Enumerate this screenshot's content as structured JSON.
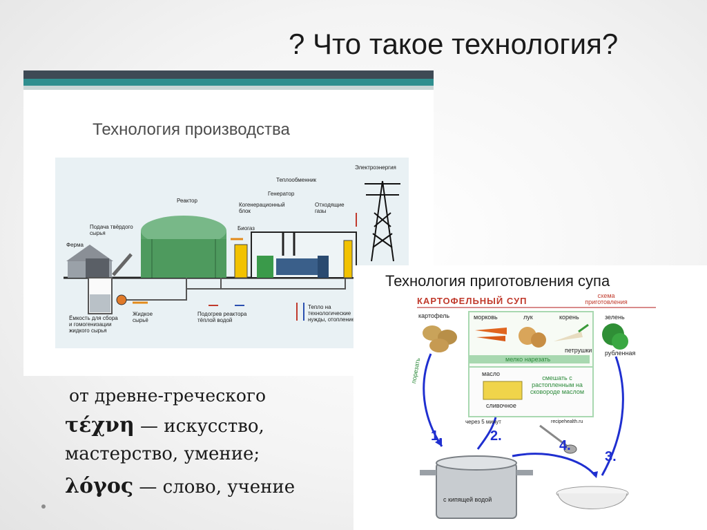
{
  "slide": {
    "title": "? Что такое технология?",
    "text_line1": "от древне-греческого",
    "greek_word1": "τέχνη",
    "text_line2_rest": " — искусство,",
    "text_line3": "мастерство, умение;",
    "greek_word2": "λόγος",
    "text_line4_rest": " — слово, учение"
  },
  "production": {
    "title": "Технология производства",
    "labels": {
      "electricity": "Электроэнергия",
      "heat_exchanger": "Теплообменник",
      "generator": "Генератор",
      "reactor": "Реактор",
      "cogeneration": "Когенерационный блок",
      "exhaust": "Отходящие газы",
      "solid_feed": "Подача твёрдого сырья",
      "farm": "Ферма",
      "biogas": "Биогаз",
      "tank": "Ёмкость для сбора и гомогенизации жидкого сырья",
      "liquid": "Жидкое сырьё",
      "heating": "Подогрев реактора тёплой водой",
      "heat_needs": "Тепло на технологические нужды, отопление"
    }
  },
  "soup": {
    "title": "Технология приготовления супа",
    "dish": "КАРТОФЕЛЬНЫЙ СУП",
    "scheme": "схема приготовления",
    "potato": "картофель",
    "carrot": "морковь",
    "onion": "лук",
    "root": "корень",
    "parsley": "петрушки",
    "greens": "зелень",
    "chopped": "рубленная",
    "chop_fine": "мелко нарезать",
    "oil": "масло",
    "butter": "сливочное",
    "mix": "смешать с растопленным на сковороде маслом",
    "cut": "порезать",
    "after5": "через 5 минут",
    "site": "recipehealth.ru",
    "boiling": "с кипящей водой",
    "step1": "1.",
    "step2": "2.",
    "step3": "3.",
    "step4": "4."
  }
}
